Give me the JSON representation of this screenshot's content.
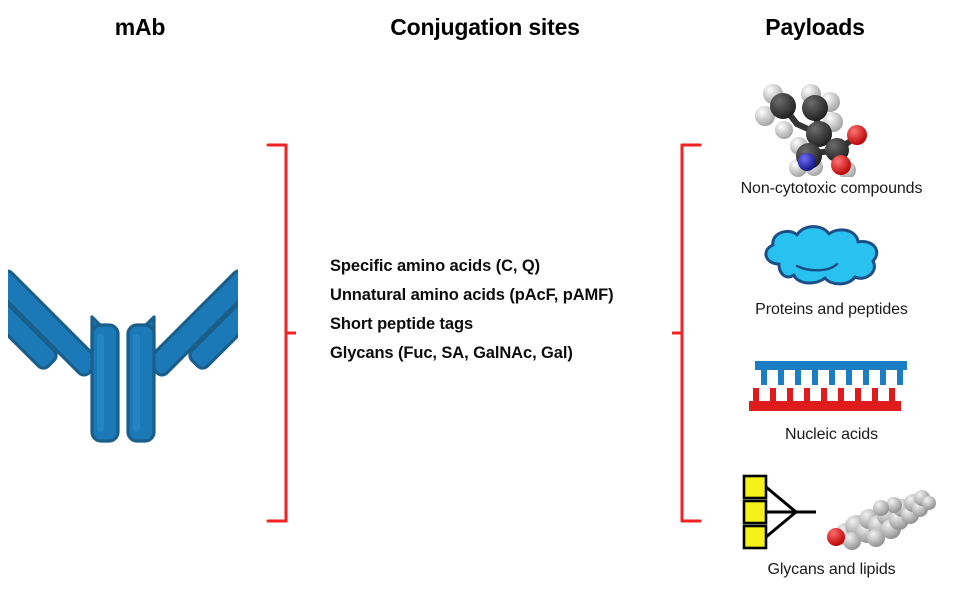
{
  "headings": {
    "mab": "mAb",
    "conjugation": "Conjugation sites",
    "payloads": "Payloads"
  },
  "conjugation_sites": [
    "Specific amino acids (C, Q)",
    "Unnatural amino acids (pAcF, pAMF)",
    "Short peptide tags",
    "Glycans (Fuc, SA, GalNAc, Gal)"
  ],
  "payloads": [
    {
      "label": "Non-cytotoxic compounds",
      "icon": "ball-and-stick-amino-acid-molecule"
    },
    {
      "label": "Proteins and peptides",
      "icon": "protein-cloud-blob"
    },
    {
      "label": "Nucleic acids",
      "icon": "double-strand-nucleic-acid"
    },
    {
      "label": "Glycans and lipids",
      "icon": "glycan-squares-and-lipid-spacefill"
    }
  ],
  "figures": {
    "mab": "antibody-y-shape",
    "brace_left": "red-curly-brace-left",
    "brace_right": "red-curly-brace-right"
  },
  "colors": {
    "antibody_fill": "#1b79b8",
    "antibody_stroke": "#1a5f8c",
    "brace_red": "#ef2323",
    "protein_cloud": "#29c1f0",
    "protein_cloud_stroke": "#1c4f87",
    "nucleic_blue": "#1b7ec4",
    "nucleic_red": "#e01b1b",
    "glycan_yellow": "#f5f21a",
    "oxygen_red": "#e01010",
    "nitrogen_blue": "#2222cc",
    "carbon_dark": "#2e2e2e",
    "hydrogen_light": "#c9c9c9",
    "text": "#000000"
  }
}
